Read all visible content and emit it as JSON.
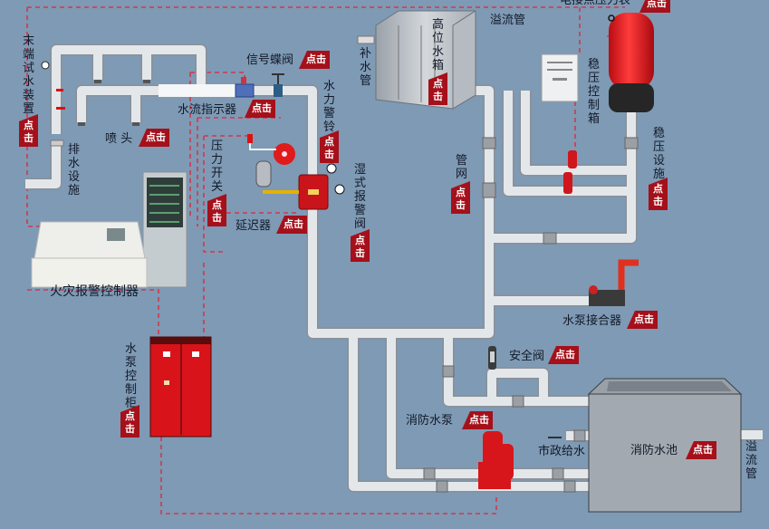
{
  "badge_label": "点击",
  "colors": {
    "background": "#7f9ab4",
    "pipe": "#dde1e4",
    "equipment_red": "#d3141b",
    "signal_line": "#d0384e",
    "badge": "#a5101a"
  },
  "labels": {
    "end_test_device": "末端试水装置",
    "drainage": "排水设施",
    "sprinkler_head": "喷 头",
    "signal_butterfly_valve": "信号蝶阀",
    "water_flow_indicator": "水流指示器",
    "water_motor_gong": "水力警铃",
    "pressure_switch": "压力开关",
    "retard_chamber": "延迟器",
    "wet_alarm_valve": "湿式报警阀",
    "makeup_pipe": "补水管",
    "elevated_tank": "高位水箱",
    "overflow_pipe_top": "溢流管",
    "electric_contact_gauge": "电接点压力表",
    "stabilizer_control_box": "稳压控制箱",
    "stabilizer_facility": "稳压设施",
    "pipe_network": "管网",
    "fire_alarm_controller": "火灾报警控制器",
    "pump_control_cabinet": "水泵控制柜",
    "pump_adapter": "水泵接合器",
    "safety_valve": "安全阀",
    "fire_pump": "消防水泵",
    "municipal_supply": "市政给水",
    "fire_pool": "消防水池",
    "overflow_pipe_bottom": "溢流管"
  }
}
